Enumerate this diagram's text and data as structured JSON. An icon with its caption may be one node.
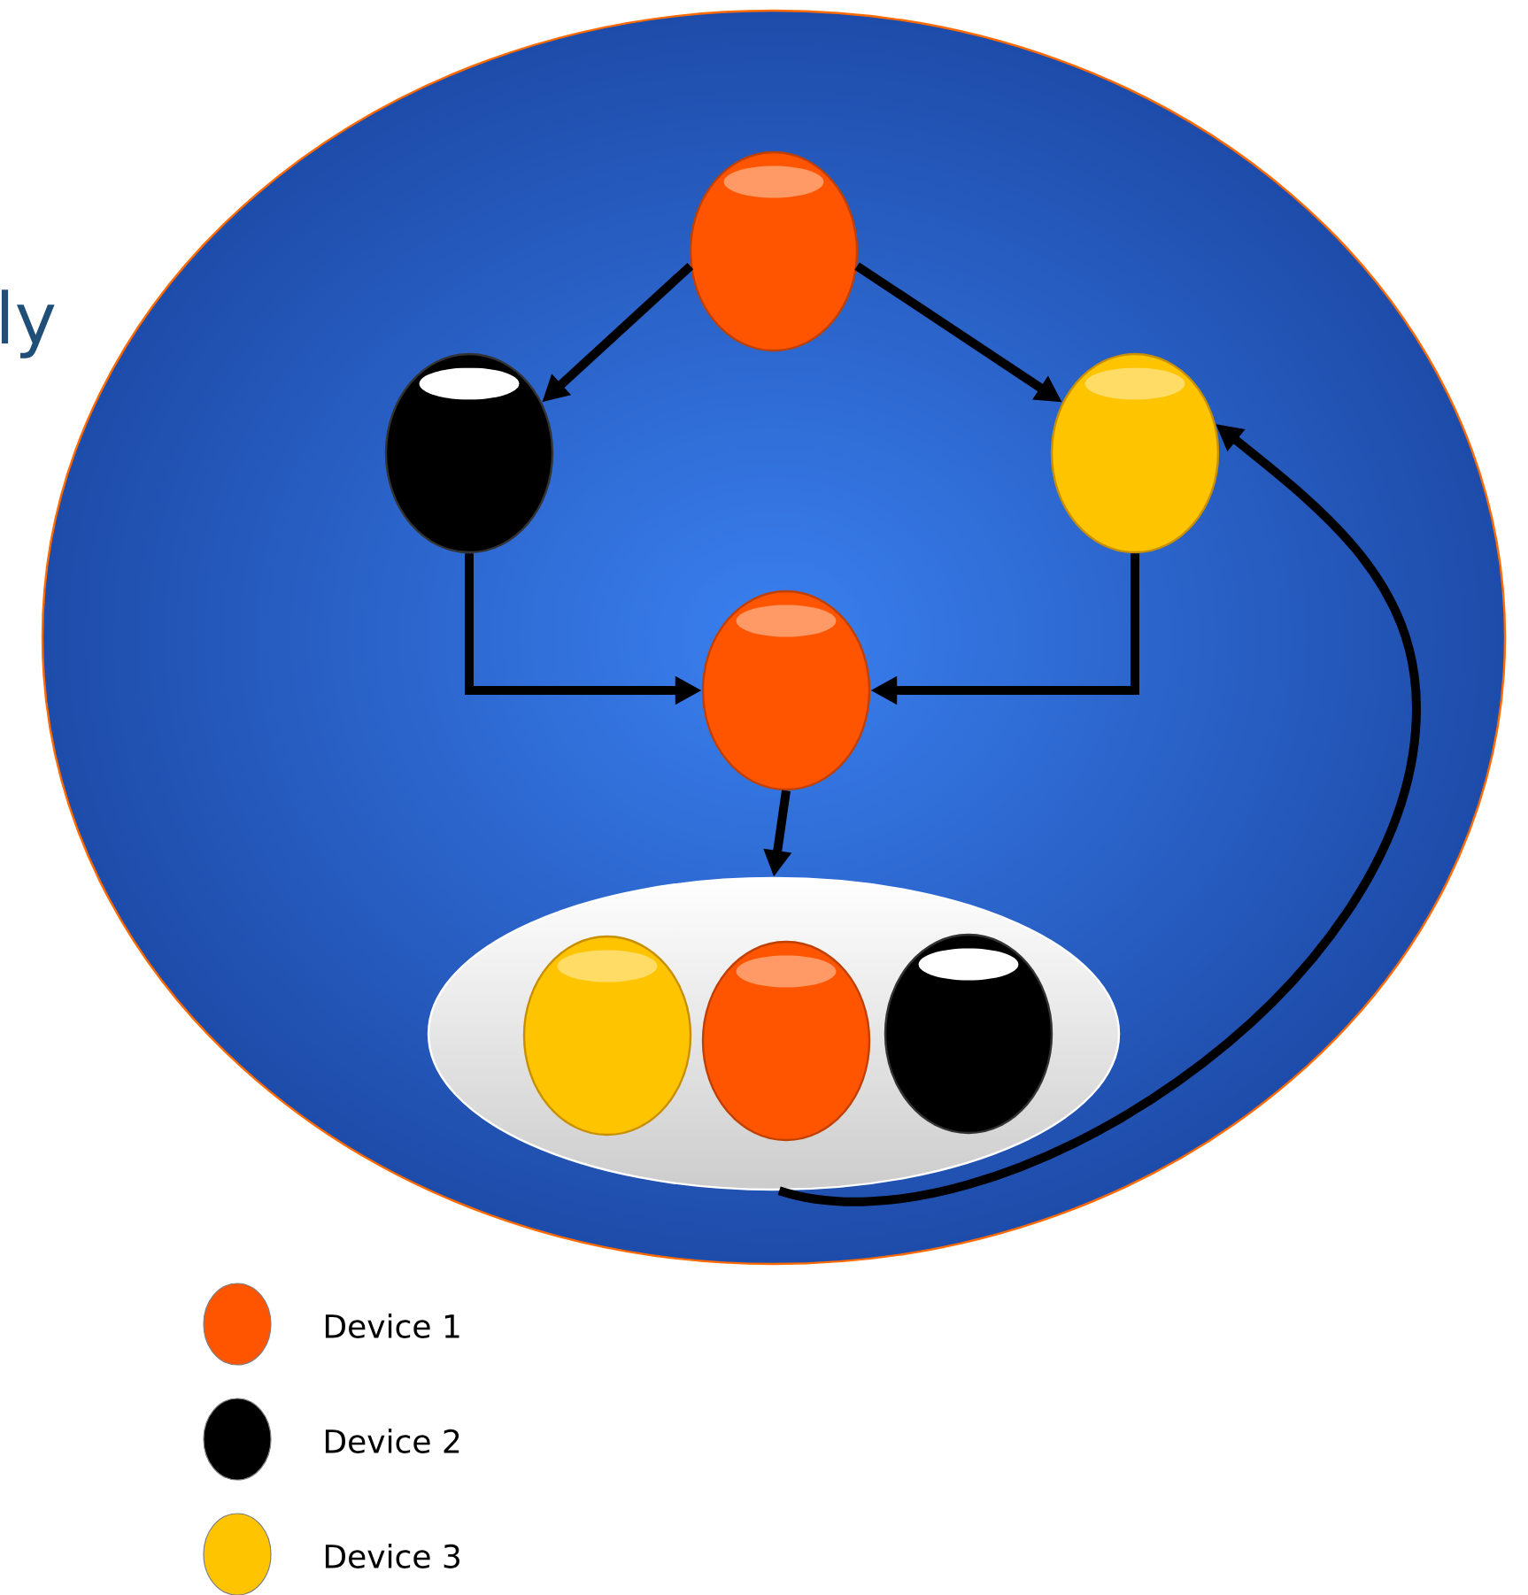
{
  "diagram": {
    "nodes": [
      {
        "text": [],
        "shape": "ellipse"
      },
      {
        "text": [],
        "shape": "circle",
        "in": 0
      },
      {
        "text": [],
        "shape": "circle",
        "in": 0
      },
      {
        "text": [],
        "shape": "circle",
        "in": 0
      },
      {
        "text": [],
        "shape": "circle",
        "in": 0
      },
      {
        "text": [],
        "shape": "ellipse",
        "in": 0
      },
      {
        "text": [],
        "shape": "circle",
        "in": 5
      },
      {
        "text": [],
        "shape": "circle",
        "in": 5
      },
      {
        "text": [],
        "shape": "circle",
        "in": 5
      }
    ],
    "edges": [
      {
        "from": 1,
        "to": 2,
        "arrow": "to"
      },
      {
        "from": 1,
        "to": 3,
        "arrow": "to"
      },
      {
        "from": 2,
        "to": 4,
        "arrow": "to"
      },
      {
        "from": 3,
        "to": 4,
        "arrow": "to"
      },
      {
        "from": 4,
        "to": 5,
        "arrow": "to"
      },
      {
        "from": 5,
        "to": 3,
        "arrow": "to"
      }
    ],
    "labels": [
      "ly"
    ],
    "legend": [
      {
        "text": "Device 1",
        "color": "#ff5500"
      },
      {
        "text": "Device 2",
        "color": "#000000"
      },
      {
        "text": "Device 3",
        "color": "#ffc400"
      }
    ]
  }
}
